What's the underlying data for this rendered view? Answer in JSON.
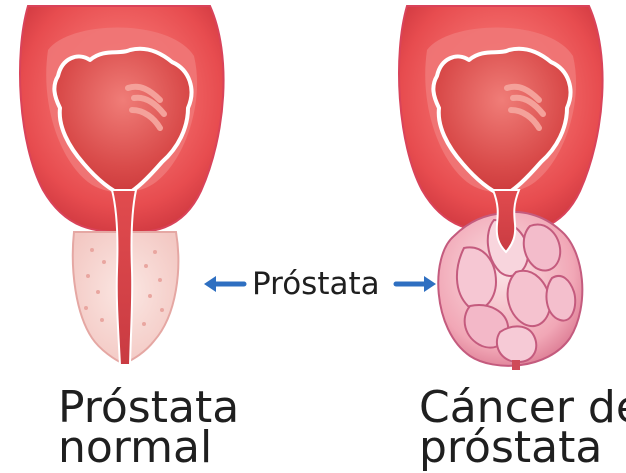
{
  "labels": {
    "center": "Próstata",
    "left_title_line1": "Próstata",
    "left_title_line2": "normal",
    "right_title_line1": "Cáncer de",
    "right_title_line2": "próstata"
  },
  "colors": {
    "arrow": "#2e6fc1",
    "tissue_outer": "#e7444f",
    "tissue_inner": "#f3a0a0",
    "prostate": "#f7d7d3"
  }
}
